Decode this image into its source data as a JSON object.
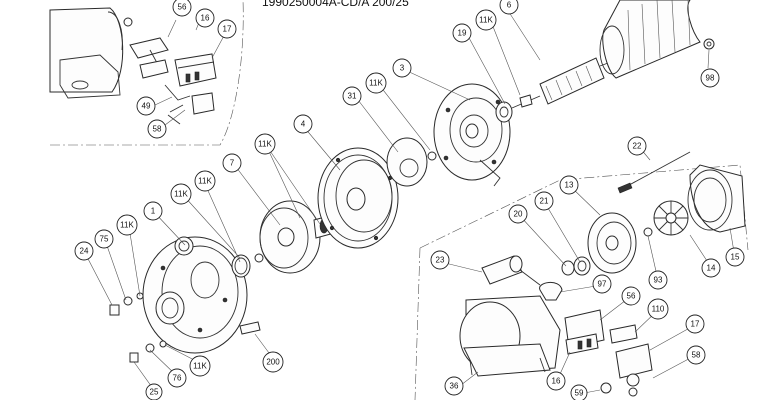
{
  "header_text": "1990250004A-CD/A 200/25",
  "callouts": {
    "c56a": "56",
    "c16a": "16",
    "c17a": "17",
    "c49": "49",
    "c58a": "58",
    "c6": "6",
    "c11k_top": "11K",
    "c19": "19",
    "c98": "98",
    "c3": "3",
    "c11k_b": "11K",
    "c31": "31",
    "c4": "4",
    "c11k_c": "11K",
    "c7": "7",
    "c11k_d": "11K",
    "c11k_e": "11K",
    "c1": "1",
    "c11k_f": "11K",
    "c75": "75",
    "c24": "24",
    "c200": "200",
    "c11k_g": "11K",
    "c76": "76",
    "c25": "25",
    "c22": "22",
    "c13": "13",
    "c20": "20",
    "c21": "21",
    "c23": "23",
    "c97": "97",
    "c93": "93",
    "c14": "14",
    "c15": "15",
    "c56b": "56",
    "c110": "110",
    "c17b": "17",
    "c36": "36",
    "c16b": "16",
    "c58b": "58",
    "c59": "59"
  }
}
